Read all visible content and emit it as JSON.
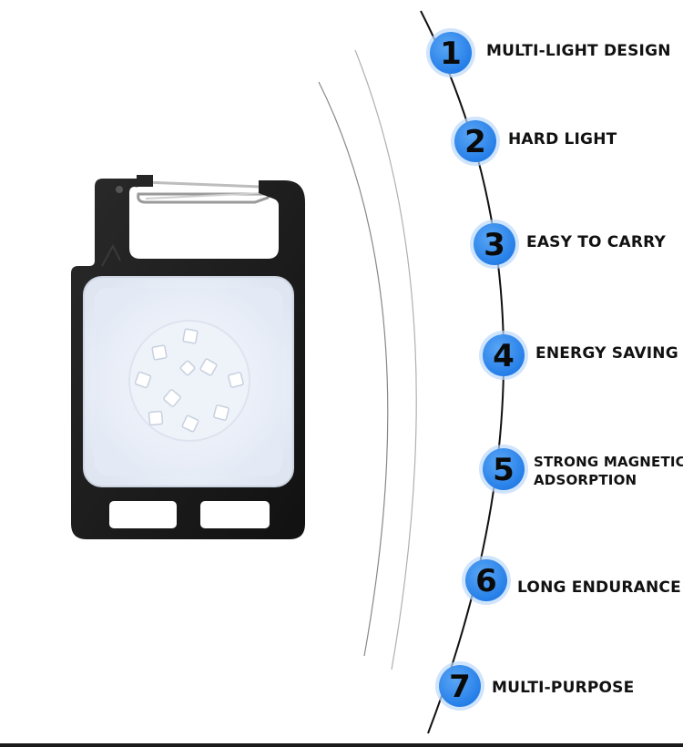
{
  "colors": {
    "badge_fill": "#2f8cf0",
    "badge_glow": "#bcd9fb",
    "badge_number": "#0a0a0a",
    "curve": "#111111",
    "device_body": "#1b1b1b",
    "lens": "#eef2f8"
  },
  "icons": {
    "product": "keychain-flashlight-icon",
    "clip": "carabiner-clip-icon",
    "leds": "led-chip-icon"
  },
  "features": [
    {
      "number": "1",
      "lines": [
        "MULTI-LIGHT DESIGN"
      ]
    },
    {
      "number": "2",
      "lines": [
        "HARD LIGHT"
      ]
    },
    {
      "number": "3",
      "lines": [
        "EASY TO CARRY"
      ]
    },
    {
      "number": "4",
      "lines": [
        "ENERGY SAVING"
      ]
    },
    {
      "number": "5",
      "lines": [
        "STRONG MAGNETIC",
        "ADSORPTION"
      ]
    },
    {
      "number": "6",
      "lines": [
        "LONG ENDURANCE"
      ]
    },
    {
      "number": "7",
      "lines": [
        "MULTI-PURPOSE"
      ]
    }
  ]
}
